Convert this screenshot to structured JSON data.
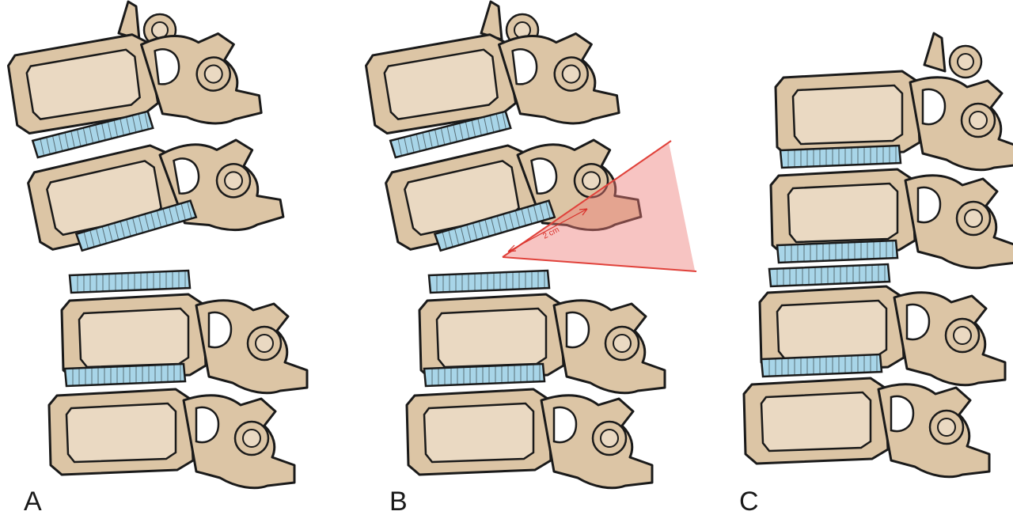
{
  "panels": [
    {
      "id": "A",
      "label": "A"
    },
    {
      "id": "B",
      "label": "B",
      "measurement_label": "2 cm"
    },
    {
      "id": "C",
      "label": "C"
    }
  ],
  "colors": {
    "bone": "#dcc5a5",
    "bone_light": "#ead9c2",
    "disc": "#a8d5e8",
    "outline": "#1a1a1a",
    "osteotomy_wedge": "#ee7d78",
    "osteotomy_line": "#e0413a"
  }
}
